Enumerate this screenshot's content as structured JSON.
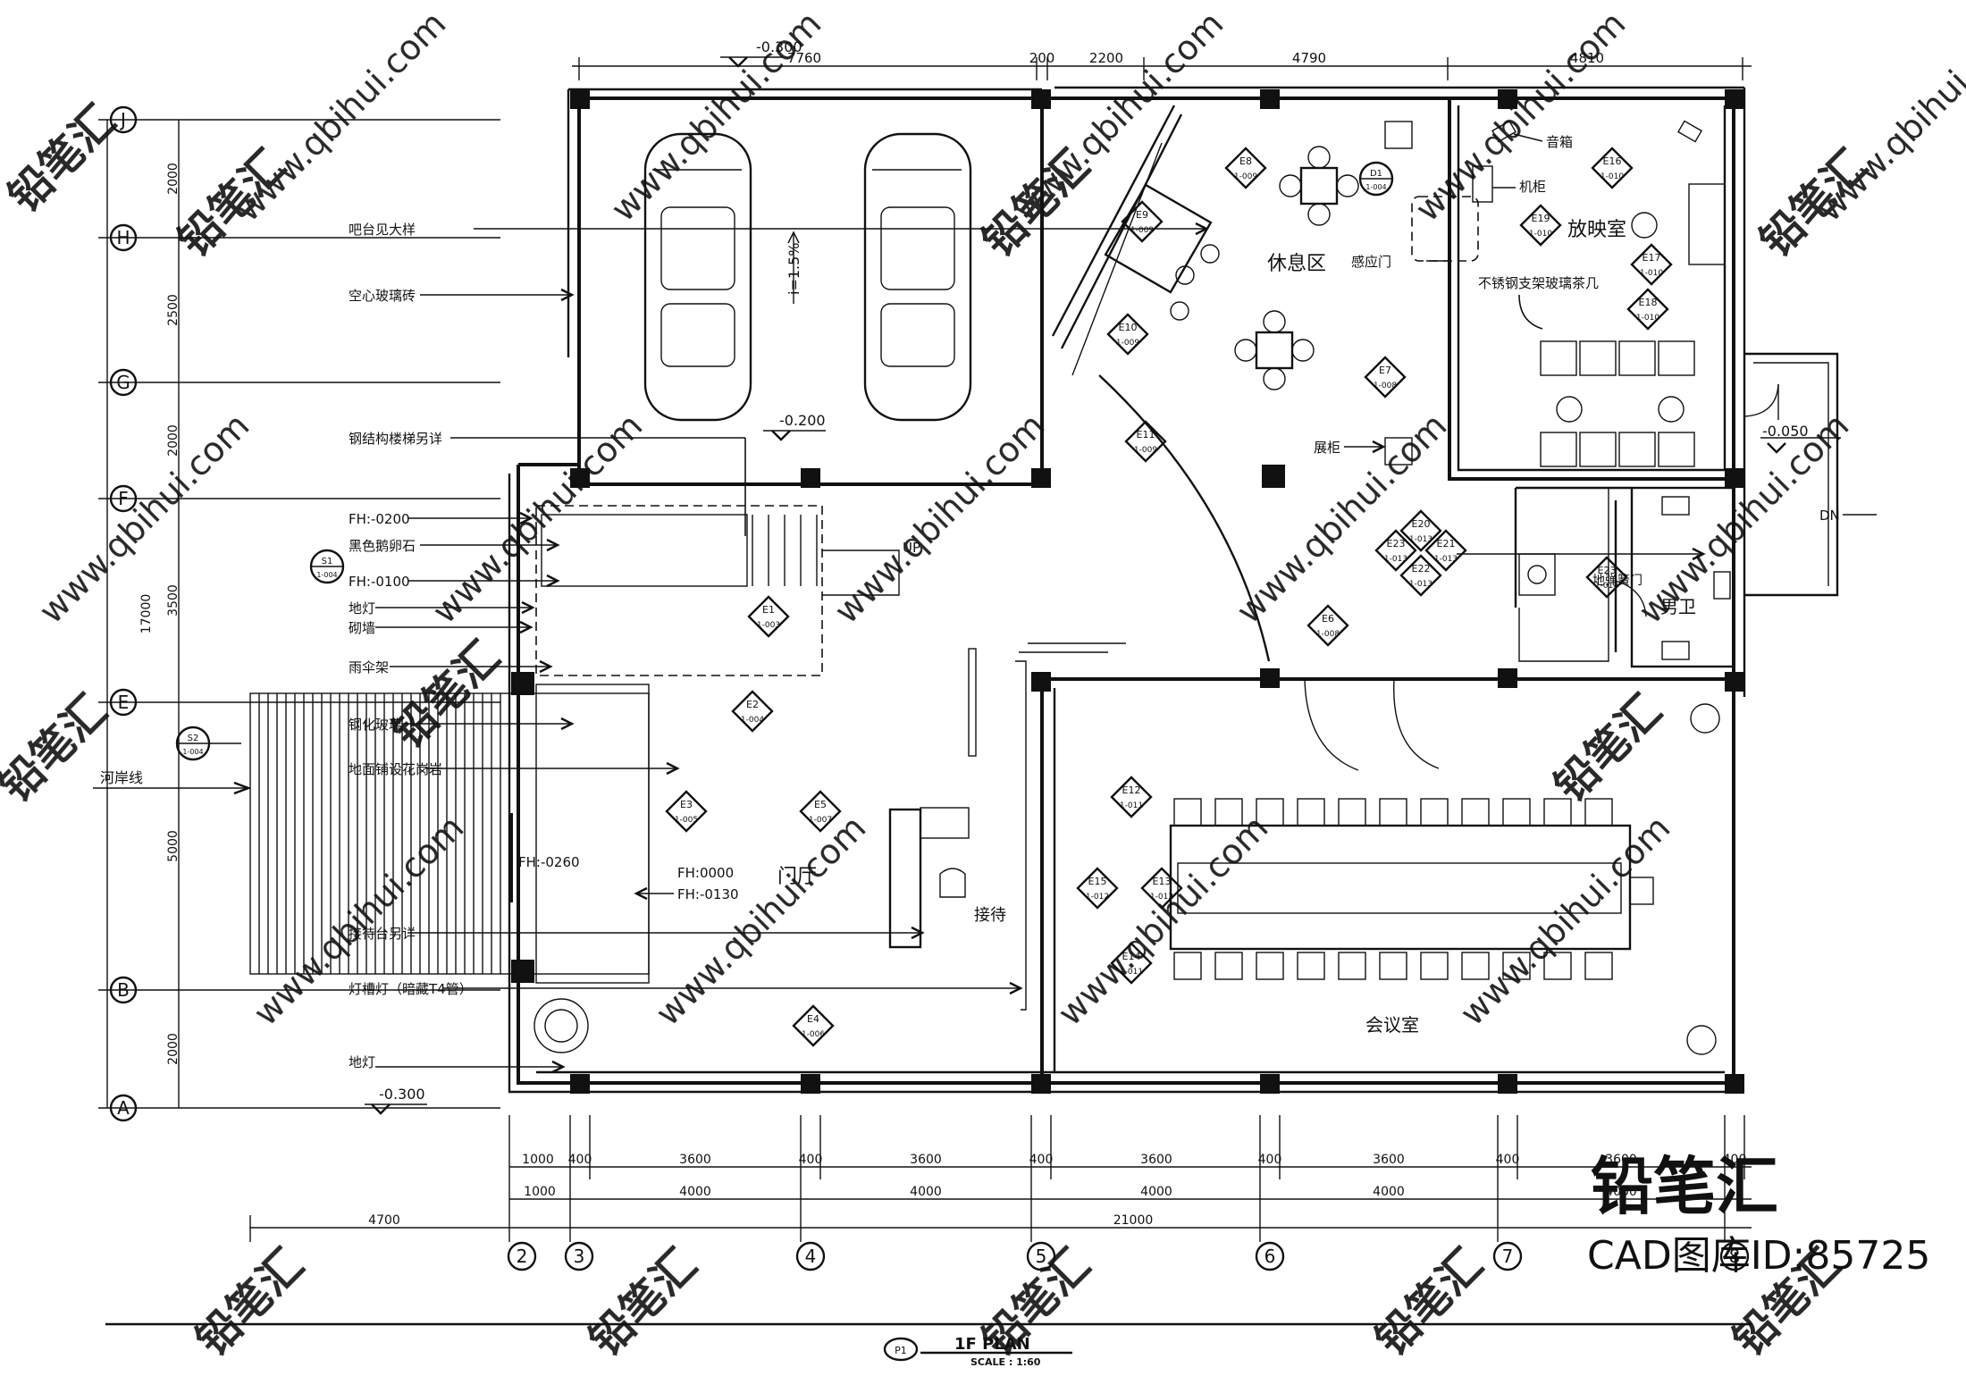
{
  "drawing": {
    "title": "1F PLAN",
    "scale": "SCALE : 1:60",
    "sheet_tag": "P1",
    "watermark_brand": "铅笔汇",
    "watermark_url": "www.qbihui.com",
    "watermark_id": "CAD图库ID:85725"
  },
  "grid": {
    "cols": [
      "2",
      "3",
      "4",
      "5",
      "6",
      "7",
      "8"
    ],
    "rows": [
      "J",
      "H",
      "G",
      "F",
      "E",
      "B",
      "A"
    ],
    "side_dims": [
      "2000",
      "2500",
      "2000",
      "3500",
      "5000",
      "2000"
    ],
    "side_total": "17000"
  },
  "dims": {
    "top": [
      "7760",
      "200",
      "2200",
      "4790",
      "4810"
    ],
    "bottom_row1": [
      "1000",
      "400",
      "3600",
      "400",
      "3600",
      "400",
      "3600",
      "400",
      "3600",
      "400",
      "3600",
      "400"
    ],
    "bottom_row2": [
      "1000",
      "4000",
      "4000",
      "4000",
      "4000",
      "4000"
    ],
    "bottom_total_left": "4700",
    "bottom_total": "21000"
  },
  "levels": {
    "top_left": "-0.300",
    "garage": "-0.200",
    "right": "-0.050",
    "bottom_left": "-0.300",
    "slope": "i=1.5%"
  },
  "callouts_left": [
    "吧台见大样",
    "空心玻璃砖",
    "钢结构楼梯另详",
    "FH:-0200",
    "黑色鹅卵石",
    "FH:-0100",
    "地灯",
    "砌墙",
    "雨伞架",
    "钢化玻璃",
    "地面铺设花岗岩",
    "FH:-0260",
    "接待台另详",
    "灯槽灯（暗藏T4管）",
    "地灯"
  ],
  "rooms": {
    "lounge": "休息区",
    "screening": "放映室",
    "lobby": "门厅",
    "reception": "接待",
    "meeting": "会议室",
    "mens": "男卫",
    "riverbank": "河岸线",
    "up": "UP",
    "down": "DN"
  },
  "labels": {
    "speaker": "音箱",
    "cabinet": "机柜",
    "sensor_door": "感应门",
    "tea_table": "不锈钢支架玻璃茶几",
    "display": "展柜",
    "floor_spring": "地弹簧门",
    "fh0000": "FH:0000",
    "fh0130": "FH:-0130"
  },
  "tags": {
    "E1": "1-003",
    "E2": "1-004",
    "E3": "1-005",
    "E4": "1-006",
    "E5": "1-007",
    "E6": "1-008",
    "E7": "1-008",
    "E8": "1-009",
    "E9": "1-009",
    "E10": "1-009",
    "E11": "1-009",
    "E12": "1-011",
    "E13": "1-012",
    "E14": "1-011",
    "E15": "1-012",
    "E16": "1-010",
    "E17": "1-010",
    "E18": "1-010",
    "E19": "1-010",
    "E20": "1-013",
    "E21": "1-013",
    "E22": "1-013",
    "E23": "1-013",
    "E23b": "1-014",
    "S1": "1-004",
    "S2": "1-004",
    "D1": "1-004"
  }
}
